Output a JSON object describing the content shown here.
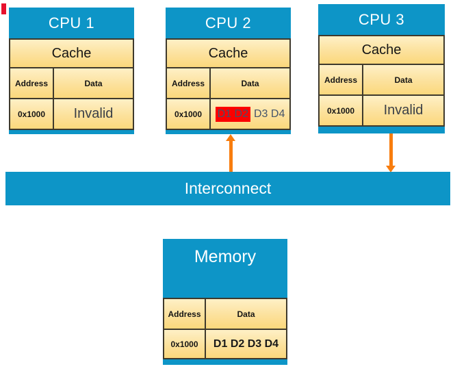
{
  "colors": {
    "box_blue": "#0D95C7",
    "arrow_orange": "#F87D0E",
    "highlight_red": "#FB0000",
    "fragment_red": "#E8112D",
    "border_dark": "#3E392C",
    "navy_text": "#44546A",
    "tan_top": "#FEF0C6",
    "tan_bottom": "#FBD87C"
  },
  "cpus": [
    {
      "title": "CPU 1",
      "cache_label": "Cache",
      "address_header": "Address",
      "data_header": "Data",
      "rows": [
        {
          "address": "0x1000",
          "data": "Invalid"
        }
      ]
    },
    {
      "title": "CPU 2",
      "cache_label": "Cache",
      "address_header": "Address",
      "data_header": "Data",
      "rows": [
        {
          "address": "0x1000",
          "data_highlight": "D1 D2",
          "data_rest": "D3 D4"
        }
      ]
    },
    {
      "title": "CPU 3",
      "cache_label": "Cache",
      "address_header": "Address",
      "data_header": "Data",
      "rows": [
        {
          "address": "0x1000",
          "data": "Invalid"
        }
      ]
    }
  ],
  "interconnect": {
    "label": "Interconnect"
  },
  "memory": {
    "title": "Memory",
    "address_header": "Address",
    "data_header": "Data",
    "rows": [
      {
        "address": "0x1000",
        "data": "D1 D2 D3 D4"
      }
    ]
  }
}
